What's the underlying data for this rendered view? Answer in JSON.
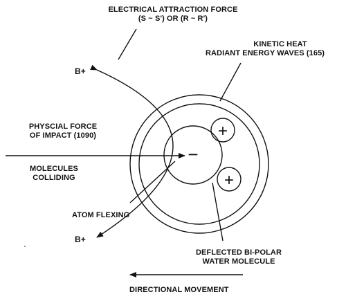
{
  "labels": {
    "attraction_line1": "ELECTRICAL ATTRACTION FORCE",
    "attraction_line2": "(S ~ S') OR (R ~ R')",
    "kinetic_line1": "KINETIC HEAT",
    "kinetic_line2": "RADIANT  ENERGY WAVES (165)",
    "physical_line1": "PHYSCIAL FORCE",
    "physical_line2": "OF IMPACT (1090)",
    "molecules_line1": "MOLECULES",
    "molecules_line2": "COLLIDING",
    "atom_flexing": "ATOM FLEXING",
    "b_plus_top": "B+",
    "b_plus_bottom": "B+",
    "deflected_line1": "DEFLECTED BI-POLAR",
    "deflected_line2": "WATER MOLECULE",
    "directional": "DIRECTIONAL MOVEMENT"
  },
  "signs": {
    "minus": "−",
    "plus_top": "+",
    "plus_bottom": "+"
  },
  "colors": {
    "ink": "#111111",
    "background": "#ffffff"
  }
}
